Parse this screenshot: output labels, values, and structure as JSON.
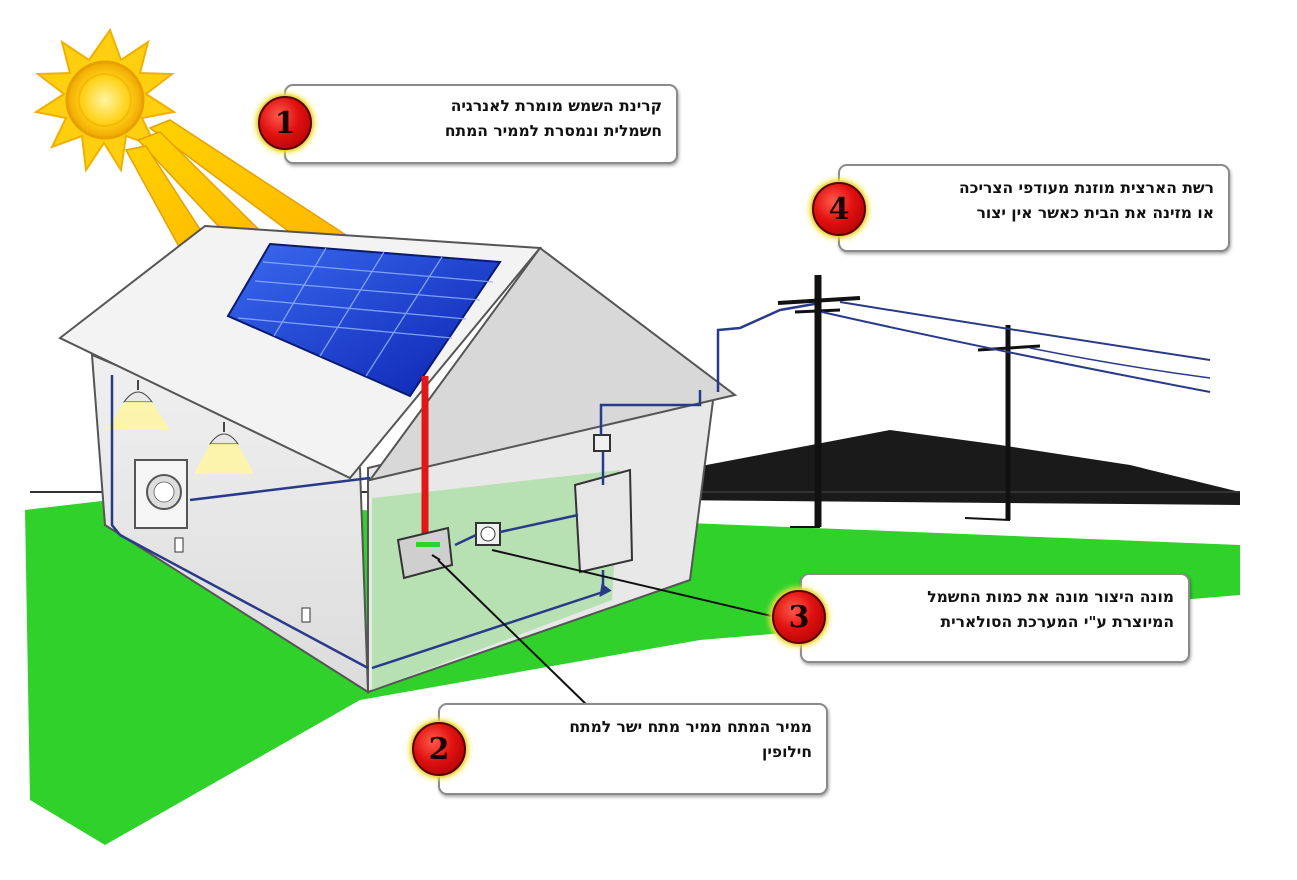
{
  "callouts": [
    {
      "id": 1,
      "number": "1",
      "lines": [
        "קרינת השמש מומרת לאנרגיה",
        "חשמלית ונמסרת לממיר המתח"
      ]
    },
    {
      "id": 2,
      "number": "2",
      "lines": [
        "ממיר המתח ממיר מתח ישר למתח",
        "חילופין"
      ]
    },
    {
      "id": 3,
      "number": "3",
      "lines": [
        "מונה היצור מונה את כמות החשמל",
        "המיוצרת ע\"י המערכת הסולארית"
      ]
    },
    {
      "id": 4,
      "number": "4",
      "lines": [
        "רשת הארצית מוזנת מעודפי הצריכה",
        "או מזינה את הבית כאשר אין יצור"
      ]
    }
  ],
  "colors": {
    "grass": "#2fd12a",
    "hill": "#1a1a1a",
    "panel": "#1f3fd8",
    "dc_cable": "#e01818",
    "ac_wire": "#2a3a8a",
    "sun": "#f5c400",
    "badge": "#e01010"
  },
  "icons": [
    "sun-icon",
    "solar-panel-icon",
    "inverter-icon",
    "meter-icon",
    "lamp-icon",
    "power-pole-icon"
  ]
}
